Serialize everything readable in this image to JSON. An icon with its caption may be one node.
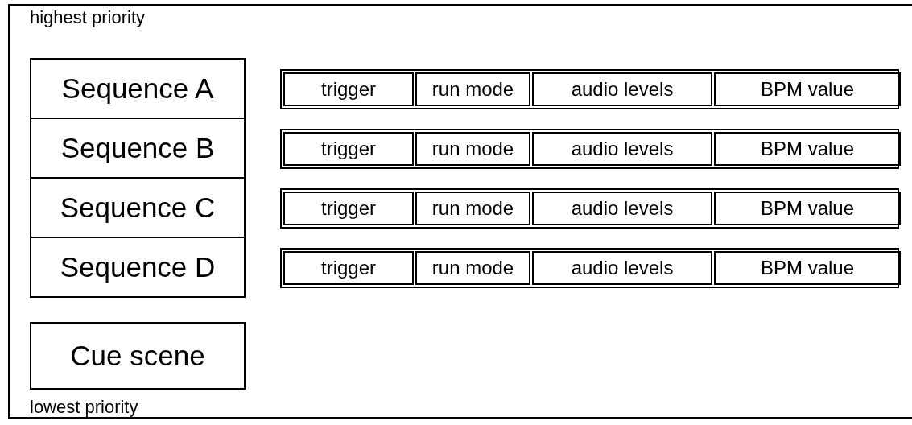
{
  "diagram": {
    "nodes": [
      {
        "text": [
          "Sequence A"
        ]
      },
      {
        "text": [],
        "shape": "box"
      },
      {
        "text": [
          "trigger"
        ],
        "in": 1
      },
      {
        "text": [
          "run mode"
        ],
        "in": 1
      },
      {
        "text": [
          "audio levels"
        ],
        "in": 1
      },
      {
        "text": [
          "BPM value"
        ],
        "in": 1
      },
      {
        "text": [
          "Sequence B"
        ]
      },
      {
        "text": [],
        "shape": "box"
      },
      {
        "text": [
          "trigger"
        ],
        "in": 7
      },
      {
        "text": [
          "run mode"
        ],
        "in": 7
      },
      {
        "text": [
          "audio levels"
        ],
        "in": 7
      },
      {
        "text": [
          "BPM value"
        ],
        "in": 7
      },
      {
        "text": [
          "Sequence C"
        ]
      },
      {
        "text": [],
        "shape": "box"
      },
      {
        "text": [
          "trigger"
        ],
        "in": 13
      },
      {
        "text": [
          "run mode"
        ],
        "in": 13
      },
      {
        "text": [
          "audio levels"
        ],
        "in": 13
      },
      {
        "text": [
          "BPM value"
        ],
        "in": 13
      },
      {
        "text": [
          "Sequence D"
        ]
      },
      {
        "text": [],
        "shape": "box"
      },
      {
        "text": [
          "trigger"
        ],
        "in": 19
      },
      {
        "text": [
          "run mode"
        ],
        "in": 19
      },
      {
        "text": [
          "audio levels"
        ],
        "in": 19
      },
      {
        "text": [
          "BPM value"
        ],
        "in": 19
      },
      {
        "text": [
          "Cue scene"
        ]
      }
    ],
    "edges": [],
    "labels": [
      "highest priority",
      "lowest priority"
    ]
  }
}
